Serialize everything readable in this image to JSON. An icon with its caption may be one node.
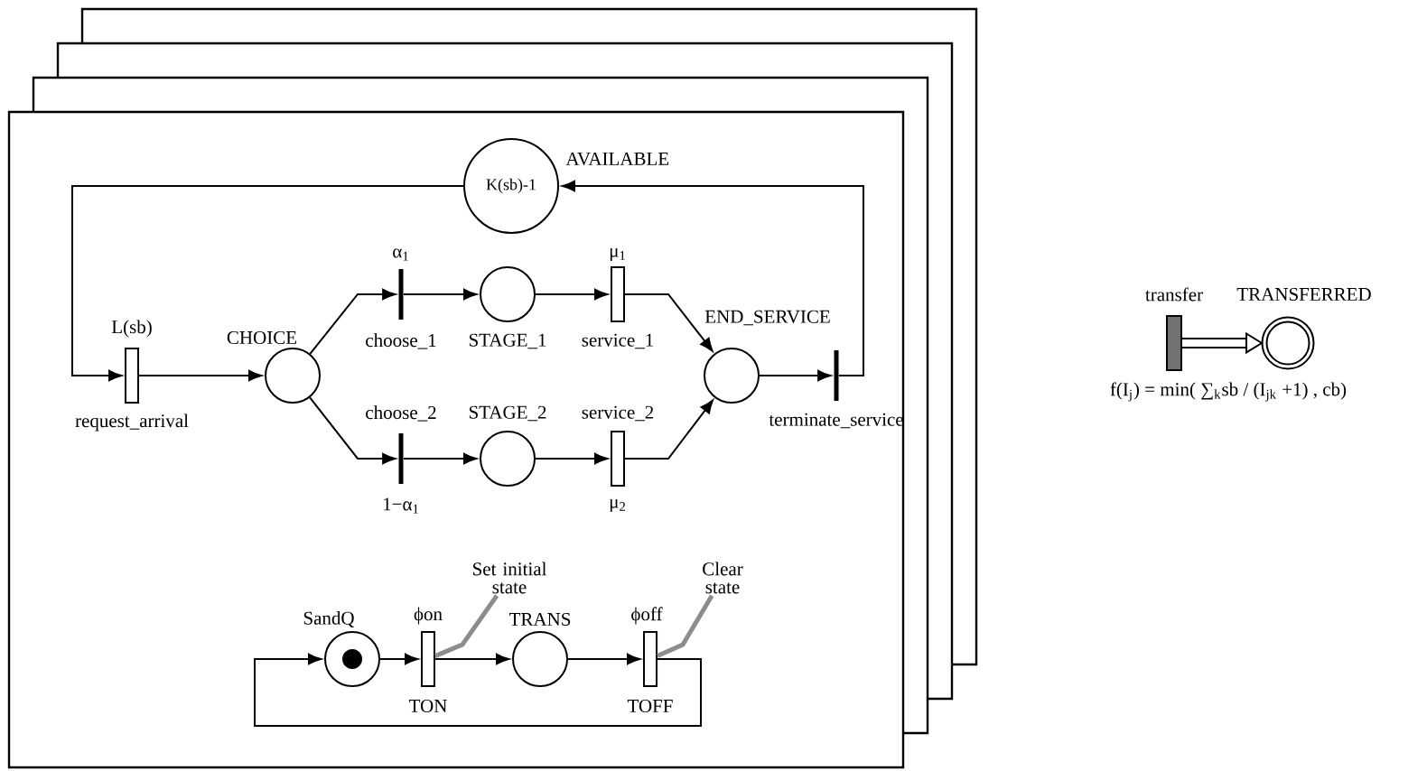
{
  "diagram": {
    "nodes": [
      {
        "text": [
          "AVAILABLE",
          "K(sb)-1"
        ]
      },
      {
        "text": [
          "request_arrival"
        ],
        "beside": [
          "L(sb)"
        ]
      },
      {
        "text": [
          "CHOICE"
        ]
      },
      {
        "text": [
          "choose_1"
        ],
        "beside": [
          "α$_{1}$"
        ]
      },
      {
        "text": [
          "STAGE_1"
        ]
      },
      {
        "text": [
          "service_1"
        ],
        "beside": [
          "μ$_{1}$"
        ]
      },
      {
        "text": [
          "choose_2"
        ],
        "beside": [
          "1−α$_{1}$"
        ]
      },
      {
        "text": [
          "STAGE_2"
        ]
      },
      {
        "text": [
          "service_2"
        ],
        "beside": [
          "μ$_{2}$"
        ]
      },
      {
        "text": [
          "END_SERVICE"
        ]
      },
      {
        "text": [
          "terminate_service"
        ]
      },
      {
        "text": [
          "Set initial state"
        ]
      },
      {
        "text": [
          "Clear state"
        ]
      },
      {
        "text": [
          "SandQ"
        ]
      },
      {
        "text": [
          "TON"
        ],
        "beside": [
          "ϕon"
        ]
      },
      {
        "text": [
          "TRANS"
        ]
      },
      {
        "text": [
          "TOFF"
        ],
        "beside": [
          "ϕoff"
        ]
      },
      {
        "text": [
          "transfer"
        ],
        "beside": [
          "f(I$_{j}$) = min( ∑$_{k}$sb / (I$_{jk}$ +1) , cb)"
        ]
      },
      {
        "text": [
          "TRANSFERRED"
        ]
      }
    ],
    "edges": [
      {
        "from": 10,
        "to": 0,
        "arrow": "to"
      },
      {
        "from": 0,
        "to": 1,
        "arrow": "to"
      },
      {
        "from": 1,
        "to": 2,
        "arrow": "to"
      },
      {
        "from": 2,
        "to": 3,
        "arrow": "to"
      },
      {
        "from": 2,
        "to": 6,
        "arrow": "to"
      },
      {
        "from": 3,
        "to": 4,
        "arrow": "to"
      },
      {
        "from": 4,
        "to": 5,
        "arrow": "to"
      },
      {
        "from": 5,
        "to": 9,
        "arrow": "to"
      },
      {
        "from": 6,
        "to": 7,
        "arrow": "to"
      },
      {
        "from": 7,
        "to": 8,
        "arrow": "to"
      },
      {
        "from": 8,
        "to": 9,
        "arrow": "to"
      },
      {
        "from": 9,
        "to": 10,
        "arrow": "to"
      },
      {
        "from": 13,
        "to": 14,
        "arrow": "to"
      },
      {
        "from": 14,
        "to": 15,
        "arrow": "to"
      },
      {
        "from": 15,
        "to": 16,
        "arrow": "to"
      },
      {
        "from": 16,
        "to": 13,
        "arrow": "to"
      },
      {
        "from": 11,
        "to": 14,
        "arrow": "none",
        "style": "thick",
        "color": "#8c8c8c"
      },
      {
        "from": 12,
        "to": 16,
        "arrow": "none",
        "style": "thick",
        "color": "#8c8c8c"
      },
      {
        "from": 17,
        "to": 18,
        "arrow": "to",
        "style": "thick"
      }
    ]
  }
}
